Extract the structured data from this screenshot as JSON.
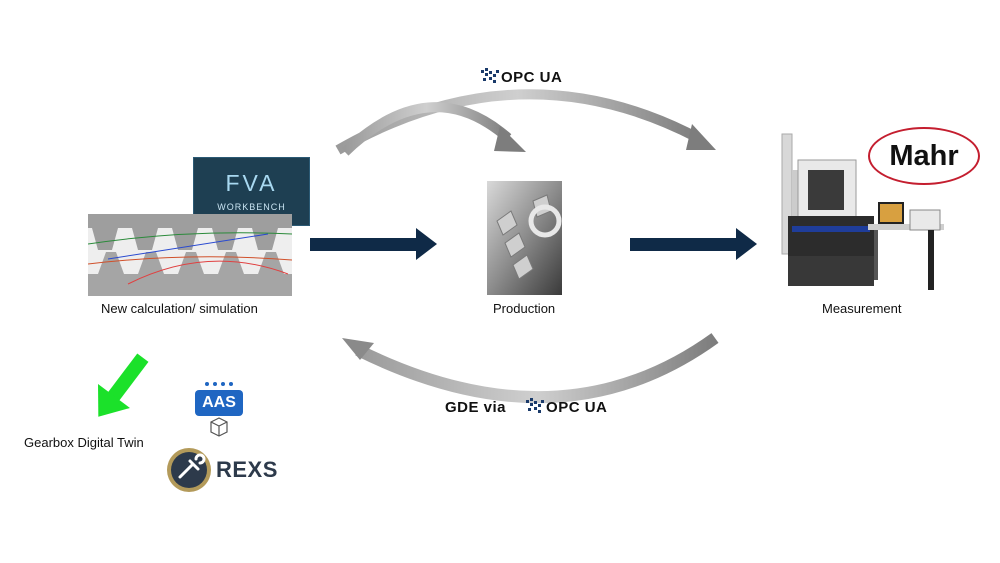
{
  "protocol_top": "OPC UA",
  "protocol_bottom_prefix": "GDE via",
  "protocol_bottom": "OPC UA",
  "stages": {
    "calculation": "New calculation/ simulation",
    "production": "Production",
    "measurement": "Measurement"
  },
  "fva_logo": {
    "name": "FVA",
    "sub": "WORKBENCH"
  },
  "mahr_logo": "Mahr",
  "digital_twin_label": "Gearbox Digital Twin",
  "aas_logo": "AAS",
  "rexs_logo": "REXS",
  "colors": {
    "dark_arrow": "#0f2a47",
    "grey_arrow": "#8a8a8a",
    "green_arrow": "#1be12a",
    "fva_bg": "#1e3f52",
    "mahr_red": "#c41e2f",
    "aas_blue": "#1f66c2",
    "rexs_gold": "#b39a5a"
  }
}
